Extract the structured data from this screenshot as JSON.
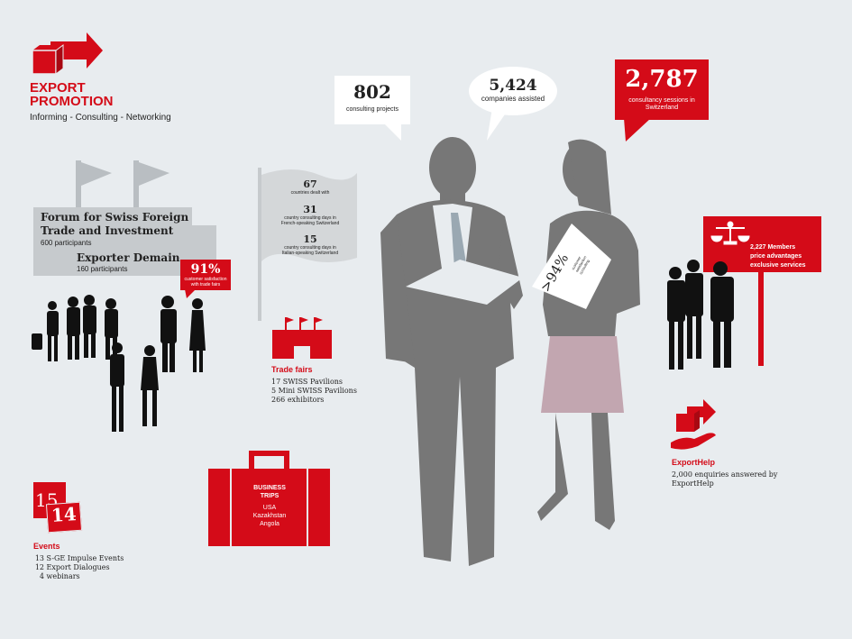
{
  "colors": {
    "accent": "#d40b18",
    "gray": "#7a7a7a",
    "background": "#e8ecef"
  },
  "logo": {
    "title_line1": "EXPORT",
    "title_line2": "PROMOTION",
    "subtitle": "Informing - Consulting - Networking",
    "icon": "box-arrow-icon"
  },
  "forum": {
    "title_line1": "Forum for Swiss Foreign",
    "title_line2": "Trade and Investment",
    "participants": "600 participants"
  },
  "exporter_demain": {
    "title": "Exporter Demain",
    "participants": "160 participants"
  },
  "trade_fair_satisfaction": {
    "value": "91%",
    "label_line1": "customer satisfaction",
    "label_line2": "with trade fairs"
  },
  "flag_stats": [
    {
      "value": "67",
      "label_line1": "countries dealt with",
      "label_line2": ""
    },
    {
      "value": "31",
      "label_line1": "country consulting days in",
      "label_line2": "French-speaking Switzerland"
    },
    {
      "value": "15",
      "label_line1": "country consulting days in",
      "label_line2": "Italian-speaking Switzerland"
    }
  ],
  "trade_fairs": {
    "title": "Trade fairs",
    "lines": [
      "17 SWISS Pavilions",
      "5 Mini SWISS Pavilions",
      "266 exhibitors"
    ],
    "icon": "pavilion-icon"
  },
  "business_trips": {
    "title_line1": "BUSINESS",
    "title_line2": "TRIPS",
    "countries": [
      "USA",
      "Kazakhstan",
      "Angola"
    ],
    "icon": "briefcase-icon"
  },
  "events": {
    "title": "Events",
    "calendar_back": "15",
    "calendar_front": "14",
    "lines": [
      {
        "n": "13",
        "t": "S-GE Impulse Events"
      },
      {
        "n": "12",
        "t": "Export Dialogues"
      },
      {
        "n": "4",
        "t": "webinars"
      }
    ],
    "icon": "calendar-icon"
  },
  "bubbles": {
    "consulting": {
      "value": "802",
      "label": "consulting projects"
    },
    "companies": {
      "value": "5,424",
      "label": "companies assisted"
    },
    "sessions": {
      "value": "2,787",
      "label_line1": "consultancy sessions in",
      "label_line2": "Switzerland"
    }
  },
  "consulting_satisfaction": {
    "value": ">94%",
    "label_line1": "customer",
    "label_line2": "satisfaction",
    "label_line3": "consulting"
  },
  "members": {
    "line1": "2,227 Members",
    "line2": "price advantages",
    "line3": "exclusive services",
    "icon": "scales-icon"
  },
  "exporthelp": {
    "title": "ExportHelp",
    "line1": "2,000 enquiries answered by",
    "line2": "ExportHelp",
    "icon": "hand-box-icon"
  }
}
